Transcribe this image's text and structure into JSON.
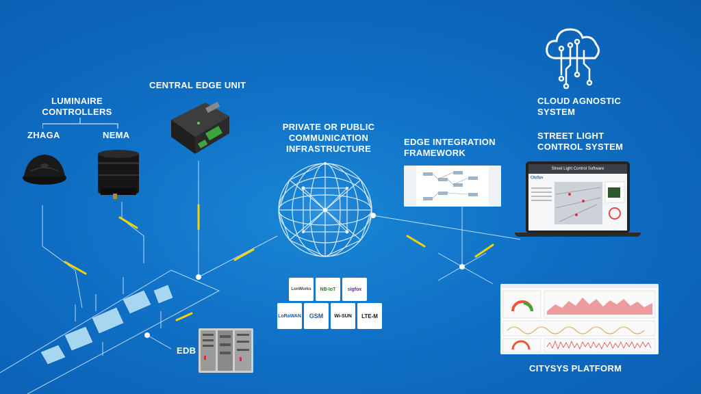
{
  "labels": {
    "luminaire_controllers": "LUMINAIRE\nCONTROLLERS",
    "zhaga": "ZHAGA",
    "nema": "NEMA",
    "central_edge_unit": "CENTRAL EDGE UNIT",
    "comm_infra": "PRIVATE OR PUBLIC\nCOMMUNICATION\nINFRASTRUCTURE",
    "edge_integration": "EDGE INTEGRATION\nFRAMEWORK",
    "cloud_agnostic": "CLOUD AGNOSTIC\nSYSTEM",
    "street_light": "STREET LIGHT\nCONTROL SYSTEM",
    "edb": "EDB",
    "citysys_platform": "CITYSYS PLATFORM"
  },
  "laptop": {
    "screen_title": "Street Light Control Software",
    "brand": "CitySys"
  },
  "protocols": [
    "LonWorks",
    "NB-IoT",
    "sigfox",
    "LoRaWAN",
    "GSM",
    "Wi-SUN",
    "LTE-M"
  ],
  "colors": {
    "background": "#0f6fc4",
    "link": "#f5d400",
    "line": "#cfe6ff"
  }
}
